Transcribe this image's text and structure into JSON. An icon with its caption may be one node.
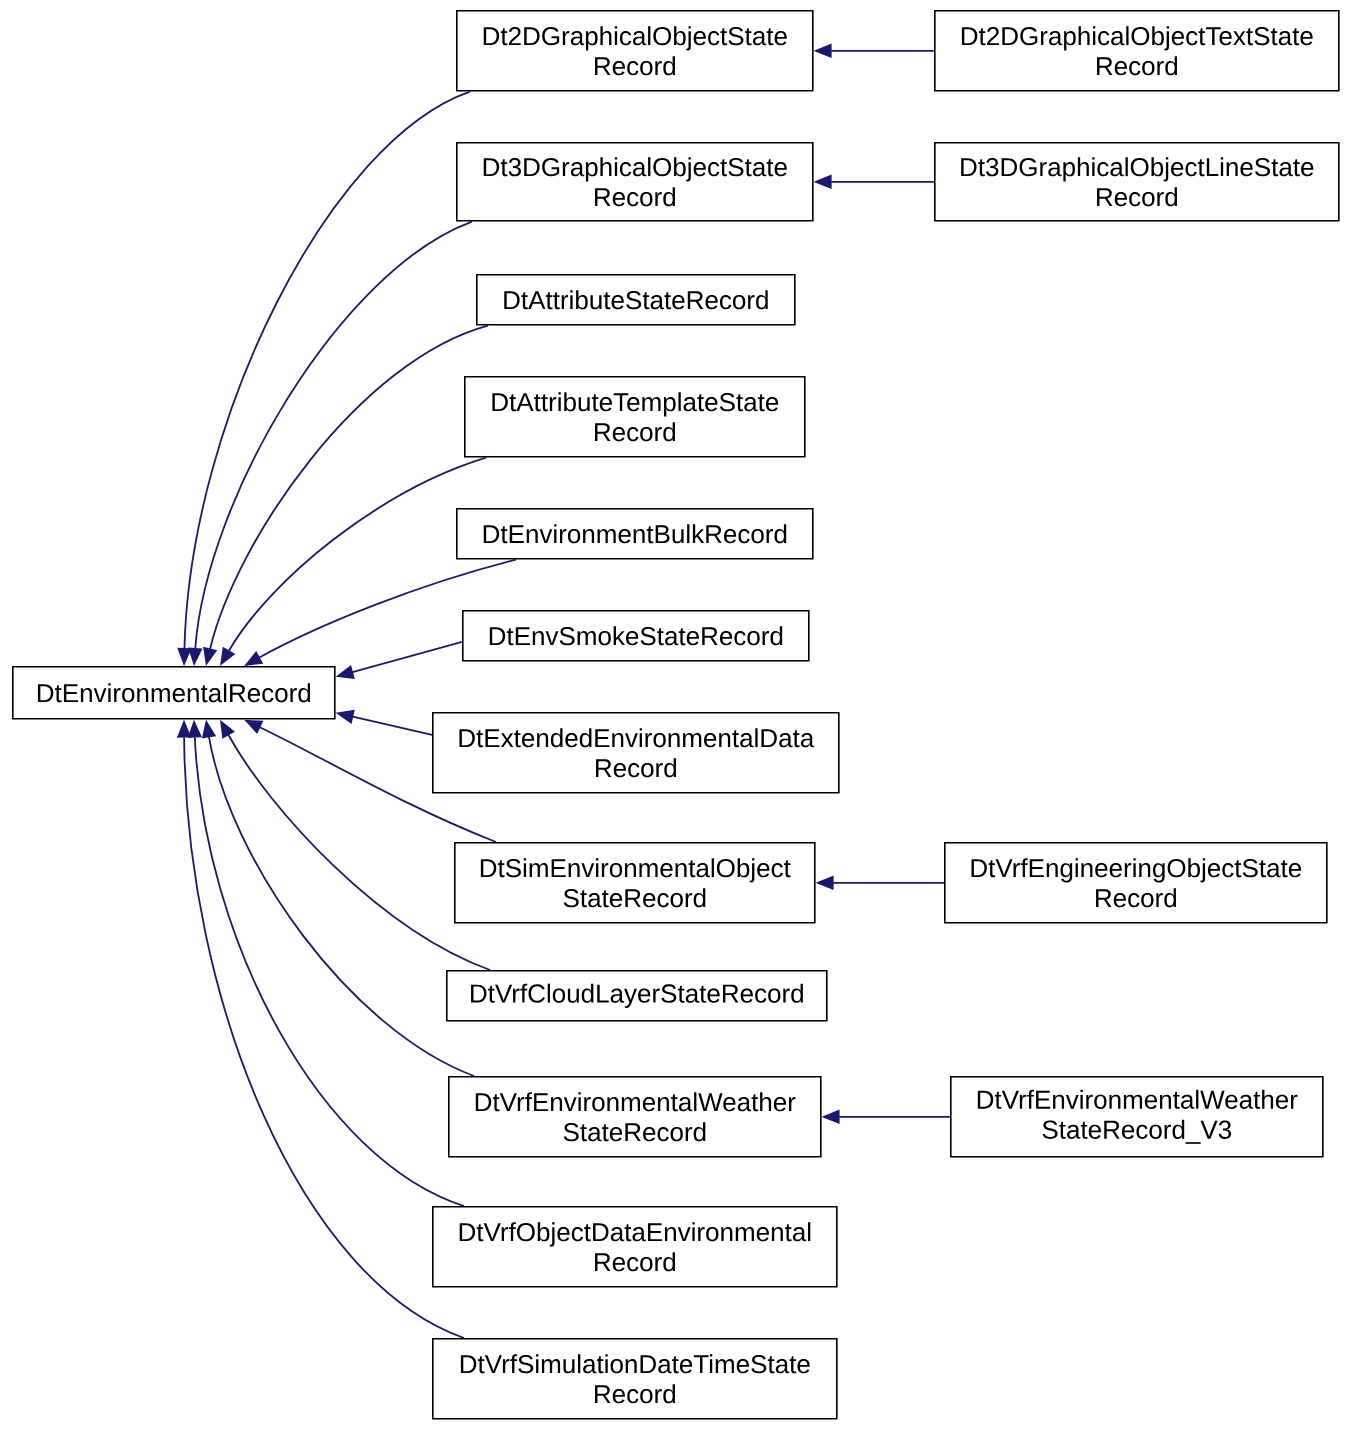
{
  "diagram": {
    "nodes": [
      {
        "text": [
          "DtEnvironmentalRecord"
        ]
      },
      {
        "text": [
          "Dt2DGraphicalObjectState Record"
        ]
      },
      {
        "text": [
          "Dt2DGraphicalObjectTextState Record"
        ]
      },
      {
        "text": [
          "Dt3DGraphicalObjectState Record"
        ]
      },
      {
        "text": [
          "Dt3DGraphicalObjectLineState Record"
        ]
      },
      {
        "text": [
          "DtAttributeStateRecord"
        ]
      },
      {
        "text": [
          "DtAttributeTemplateState Record"
        ]
      },
      {
        "text": [
          "DtEnvironmentBulkRecord"
        ]
      },
      {
        "text": [
          "DtEnvSmokeStateRecord"
        ]
      },
      {
        "text": [
          "DtExtendedEnvironmentalData Record"
        ]
      },
      {
        "text": [
          "DtSimEnvironmentalObject StateRecord"
        ]
      },
      {
        "text": [
          "DtVrfEngineeringObjectState Record"
        ]
      },
      {
        "text": [
          "DtVrfCloudLayerStateRecord"
        ]
      },
      {
        "text": [
          "DtVrfEnvironmentalWeather StateRecord"
        ]
      },
      {
        "text": [
          "DtVrfEnvironmentalWeather StateRecord_V3"
        ]
      },
      {
        "text": [
          "DtVrfObjectDataEnvironmental Record"
        ]
      },
      {
        "text": [
          "DtVrfSimulationDateTimeState Record"
        ]
      }
    ],
    "edges": [
      {
        "from": 1,
        "to": 0,
        "arrow": "to"
      },
      {
        "from": 2,
        "to": 1,
        "arrow": "to"
      },
      {
        "from": 3,
        "to": 0,
        "arrow": "to"
      },
      {
        "from": 4,
        "to": 3,
        "arrow": "to"
      },
      {
        "from": 5,
        "to": 0,
        "arrow": "to"
      },
      {
        "from": 6,
        "to": 0,
        "arrow": "to"
      },
      {
        "from": 7,
        "to": 0,
        "arrow": "to"
      },
      {
        "from": 8,
        "to": 0,
        "arrow": "to"
      },
      {
        "from": 9,
        "to": 0,
        "arrow": "to"
      },
      {
        "from": 10,
        "to": 0,
        "arrow": "to"
      },
      {
        "from": 11,
        "to": 10,
        "arrow": "to"
      },
      {
        "from": 12,
        "to": 0,
        "arrow": "to"
      },
      {
        "from": 13,
        "to": 0,
        "arrow": "to"
      },
      {
        "from": 14,
        "to": 13,
        "arrow": "to"
      },
      {
        "from": 15,
        "to": 0,
        "arrow": "to"
      },
      {
        "from": 16,
        "to": 0,
        "arrow": "to"
      }
    ]
  }
}
